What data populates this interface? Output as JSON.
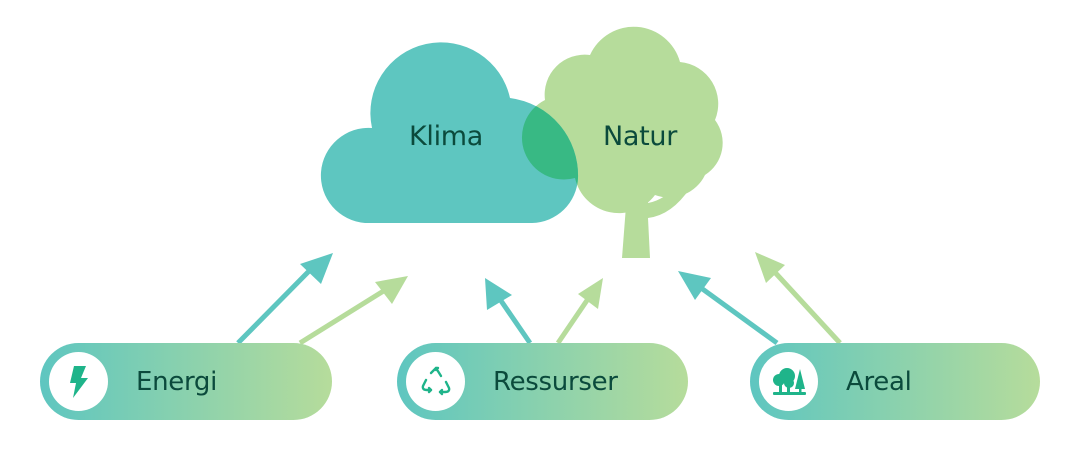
{
  "colors": {
    "teal": "#5ec6c0",
    "green": "#b6dc9b",
    "overlap": "#38b984",
    "text": "#0b4a3c",
    "icon": "#1fb48a",
    "icon_bg": "#ffffff"
  },
  "center": {
    "climate": {
      "label": "Klima",
      "shape": "cloud-icon"
    },
    "nature": {
      "label": "Natur",
      "shape": "tree-icon"
    }
  },
  "categories": [
    {
      "label": "Energi",
      "icon": "lightning-bolt-icon",
      "arrows": [
        "climate",
        "nature"
      ]
    },
    {
      "label": "Ressurser",
      "icon": "recycle-icon",
      "arrows": [
        "climate",
        "nature"
      ]
    },
    {
      "label": "Areal",
      "icon": "trees-icon",
      "arrows": [
        "climate",
        "nature"
      ]
    }
  ]
}
